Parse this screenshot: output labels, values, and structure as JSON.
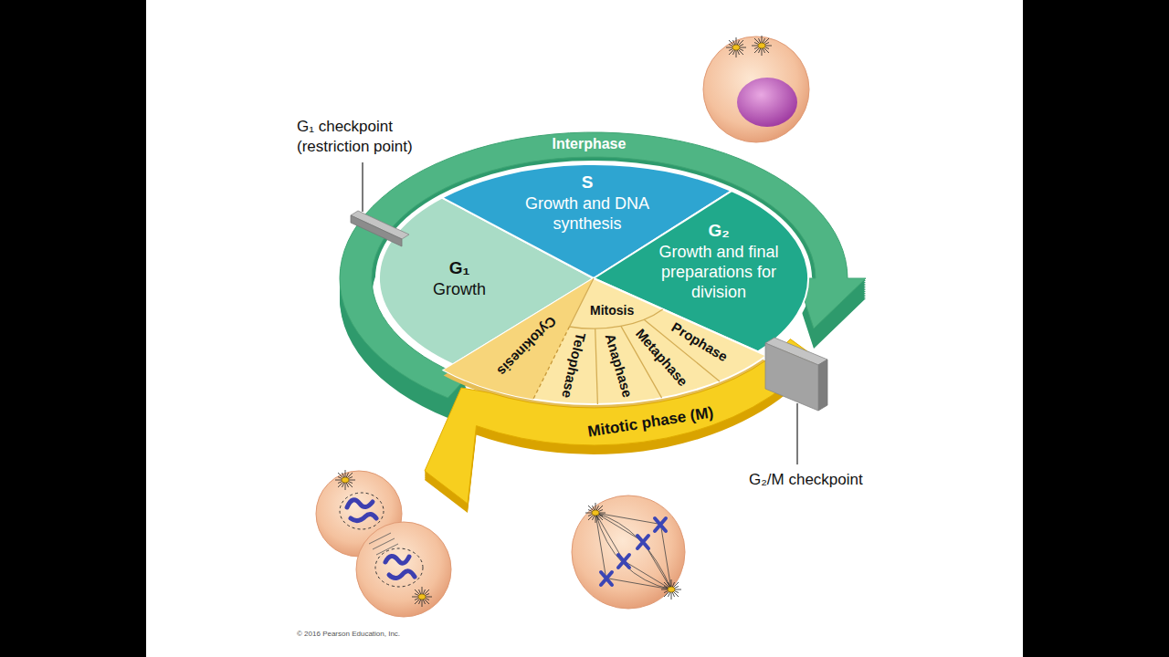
{
  "diagram": {
    "nodes": [
      {
        "text": [
          "Interphase"
        ]
      },
      {
        "text": [
          "S",
          "Growth and DNA synthesis"
        ]
      },
      {
        "text": [
          "G₂",
          "Growth and final preparations for division"
        ]
      },
      {
        "text": [
          "G₁",
          "Growth"
        ]
      },
      {
        "text": [
          "Mitosis"
        ]
      },
      {
        "text": [
          "Prophase"
        ],
        "in": 4
      },
      {
        "text": [
          "Metaphase"
        ],
        "in": 4
      },
      {
        "text": [
          "Anaphase"
        ],
        "in": 4
      },
      {
        "text": [
          "Telophase"
        ],
        "in": 4
      },
      {
        "text": [
          "Cytokinesis"
        ]
      },
      {
        "text": [
          "Mitotic phase (M)"
        ]
      }
    ],
    "labels": [
      "G₁ checkpoint (restriction point)",
      "G₂/M checkpoint",
      "© 2016 Pearson Education, Inc."
    ]
  }
}
